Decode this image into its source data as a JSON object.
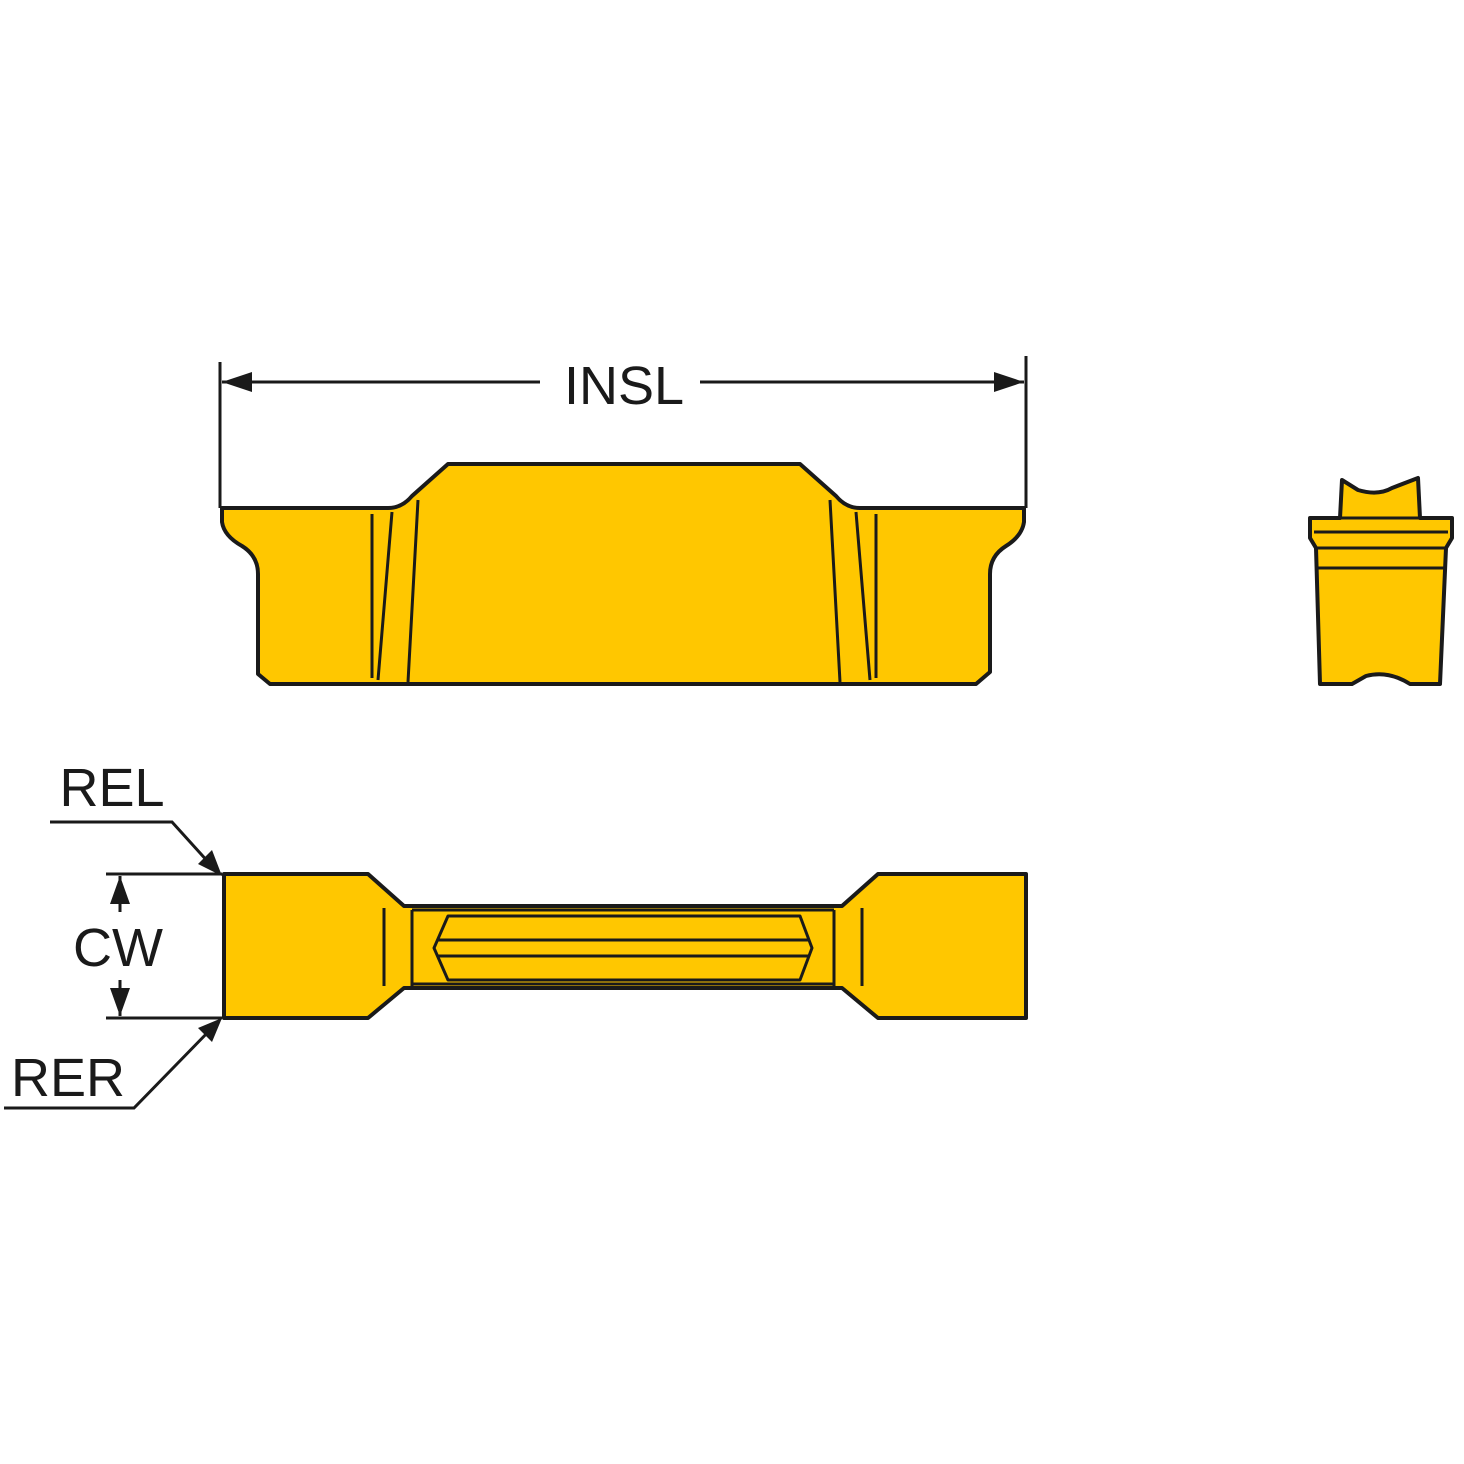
{
  "labels": {
    "insl": "INSL",
    "rel": "REL",
    "cw": "CW",
    "rer": "RER"
  },
  "colors": {
    "insert_fill": "#FFC700",
    "outline": "#1a1a1a",
    "background": "#ffffff"
  },
  "views": {
    "side": "side-view",
    "end": "end-view",
    "top": "top-view"
  }
}
